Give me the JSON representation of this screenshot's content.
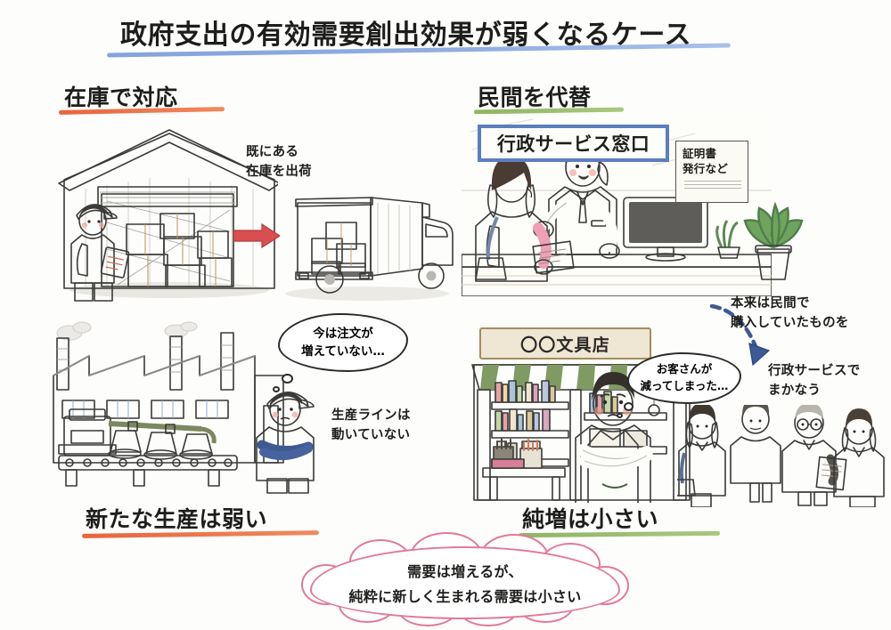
{
  "title": "政府支出の有効需要創出効果が弱くなるケース",
  "accents": {
    "title_rule": "#7fa1dd",
    "left_rule": "#e8643c",
    "right_rule": "#8fb564",
    "cloud_border": "#e2799a",
    "red_arrow": "#d94f4f",
    "dashed_arrow": "#3d5a96"
  },
  "left_panel": {
    "heading": "在庫で対応",
    "note_shipping": {
      "line1": "既にある",
      "line2": "在庫を出荷"
    },
    "bubble_worker": {
      "line1": "今は注文が",
      "line2": "増えていない…"
    },
    "note_line": {
      "line1": "生産ラインは",
      "line2": "動いていない"
    },
    "footer": "新たな生産は弱い"
  },
  "right_panel": {
    "heading": "民間を代替",
    "sign_counter": "行政サービス窓口",
    "poster": {
      "line1": "証明書",
      "line2": "発行など"
    },
    "sign_shop": "〇〇文具店",
    "bubble_owner": {
      "line1": "お客さんが",
      "line2": "減ってしまった…"
    },
    "note_origin": {
      "line1": "本来は民間で",
      "line2": "購入していたものを"
    },
    "note_public": {
      "line1": "行政サービスで",
      "line2": "まかなう"
    },
    "footer": "純増は小さい"
  },
  "conclusion": {
    "line1": "需要は増えるが、",
    "line2": "純粋に新しく生まれる需要は小さい"
  },
  "icons": {
    "warehouse": "warehouse-icon",
    "truck": "delivery-truck-icon",
    "arrow_red": "red-arrow-icon",
    "factory": "factory-icon",
    "conveyor": "conveyor-machine-icon",
    "worker": "factory-worker-icon",
    "clerk": "counter-clerk-icon",
    "customer": "customer-icon",
    "monitor": "monitor-icon",
    "plant": "potted-plant-icon",
    "shop": "stationery-shop-icon",
    "shop_owner": "shop-owner-icon",
    "queue": "people-queue-icon",
    "dashed_arrow": "dashed-arrow-icon"
  }
}
